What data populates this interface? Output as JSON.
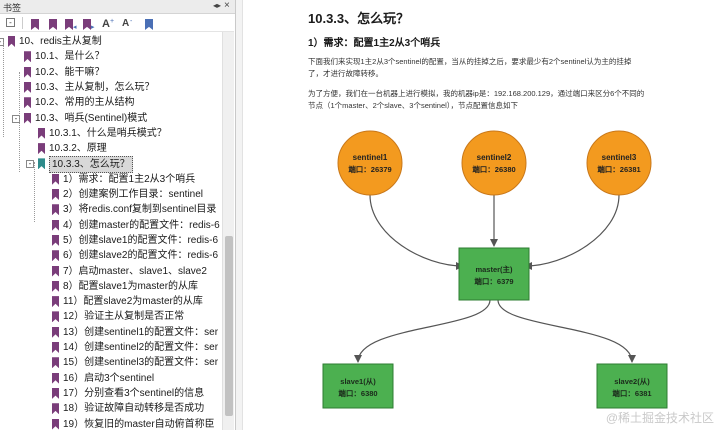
{
  "sidebar": {
    "title": "书签",
    "pin_glyph": "◂▸",
    "close_glyph": "×",
    "toolbar": {
      "font_larger": "A",
      "font_smaller": "A",
      "plus": "+",
      "minus": "-"
    },
    "items": [
      {
        "label": "10、redis主从复制",
        "level": 0,
        "toggle": "-",
        "selected": false
      },
      {
        "label": "10.1、是什么？",
        "level": 1,
        "toggle": "",
        "selected": false
      },
      {
        "label": "10.2、能干嘛？",
        "level": 1,
        "toggle": "",
        "selected": false
      },
      {
        "label": "10.3、主从复制，怎么玩？",
        "level": 1,
        "toggle": "",
        "selected": false
      },
      {
        "label": "10.2、常用的主从结构",
        "level": 1,
        "toggle": "",
        "selected": false
      },
      {
        "label": "10.3、哨兵(Sentinel)模式",
        "level": 1,
        "toggle": "-",
        "selected": false
      },
      {
        "label": "10.3.1、什么是哨兵模式？",
        "level": 2,
        "toggle": "",
        "selected": false
      },
      {
        "label": "10.3.2、原理",
        "level": 2,
        "toggle": "",
        "selected": false
      },
      {
        "label": "10.3.3、怎么玩？",
        "level": 2,
        "toggle": "-",
        "selected": true
      },
      {
        "label": "1）需求：配置1主2从3个哨兵",
        "level": 3,
        "toggle": "",
        "selected": false
      },
      {
        "label": "2）创建案例工作目录：sentinel",
        "level": 3,
        "toggle": "",
        "selected": false
      },
      {
        "label": "3）将redis.conf复制到sentinel目录",
        "level": 3,
        "toggle": "",
        "selected": false
      },
      {
        "label": "4）创建master的配置文件：redis-6",
        "level": 3,
        "toggle": "",
        "selected": false
      },
      {
        "label": "5）创建slave1的配置文件：redis-6",
        "level": 3,
        "toggle": "",
        "selected": false
      },
      {
        "label": "6）创建slave2的配置文件：redis-6",
        "level": 3,
        "toggle": "",
        "selected": false
      },
      {
        "label": "7）启动master、slave1、slave2",
        "level": 3,
        "toggle": "",
        "selected": false
      },
      {
        "label": "8）配置slave1为master的从库",
        "level": 3,
        "toggle": "",
        "selected": false
      },
      {
        "label": "11）配置slave2为master的从库",
        "level": 3,
        "toggle": "",
        "selected": false
      },
      {
        "label": "12）验证主从复制是否正常",
        "level": 3,
        "toggle": "",
        "selected": false
      },
      {
        "label": "13）创建sentinel1的配置文件：ser",
        "level": 3,
        "toggle": "",
        "selected": false
      },
      {
        "label": "14）创建sentinel2的配置文件：ser",
        "level": 3,
        "toggle": "",
        "selected": false
      },
      {
        "label": "15）创建sentinel3的配置文件：ser",
        "level": 3,
        "toggle": "",
        "selected": false
      },
      {
        "label": "16）启动3个sentinel",
        "level": 3,
        "toggle": "",
        "selected": false
      },
      {
        "label": "17）分别查看3个sentinel的信息",
        "level": 3,
        "toggle": "",
        "selected": false
      },
      {
        "label": "18）验证故障自动转移是否成功",
        "level": 3,
        "toggle": "",
        "selected": false
      },
      {
        "label": "19）恢复旧的master自动俯首称臣",
        "level": 3,
        "toggle": "",
        "selected": false
      }
    ]
  },
  "content": {
    "section_title": "10.3.3、怎么玩？",
    "sub_title": "1）需求：配置1主2从3个哨兵",
    "para1_line1": "下面我们来实现1主2从3个sentinel的配置，当从的挂掉之后，要求最少有2个sentinel认为主的挂掉",
    "para1_line2": "了，才进行故障转移。",
    "para2_line1": "为了方便，我们在一台机器上进行模拟，我的机器ip是：192.168.200.129，通过端口来区分6个不同的",
    "para2_line2": "节点（1个master、2个slave、3个sentinel），节点配置信息如下"
  },
  "diagram": {
    "sentinels": [
      {
        "name": "sentinel1",
        "port": "端口：26379"
      },
      {
        "name": "sentinel2",
        "port": "端口：26380"
      },
      {
        "name": "sentinel3",
        "port": "端口：26381"
      }
    ],
    "master": {
      "name": "master(主)",
      "port": "端口：6379"
    },
    "slaves": [
      {
        "name": "slave1(从)",
        "port": "端口：6380"
      },
      {
        "name": "slave2(从)",
        "port": "端口：6381"
      }
    ],
    "colors": {
      "sentinel_fill": "#F39A1F",
      "sentinel_stroke": "#C9781A",
      "node_fill": "#4CB050",
      "node_stroke": "#2E7D32",
      "edge": "#555555"
    }
  },
  "watermark": "@稀土掘金技术社区"
}
